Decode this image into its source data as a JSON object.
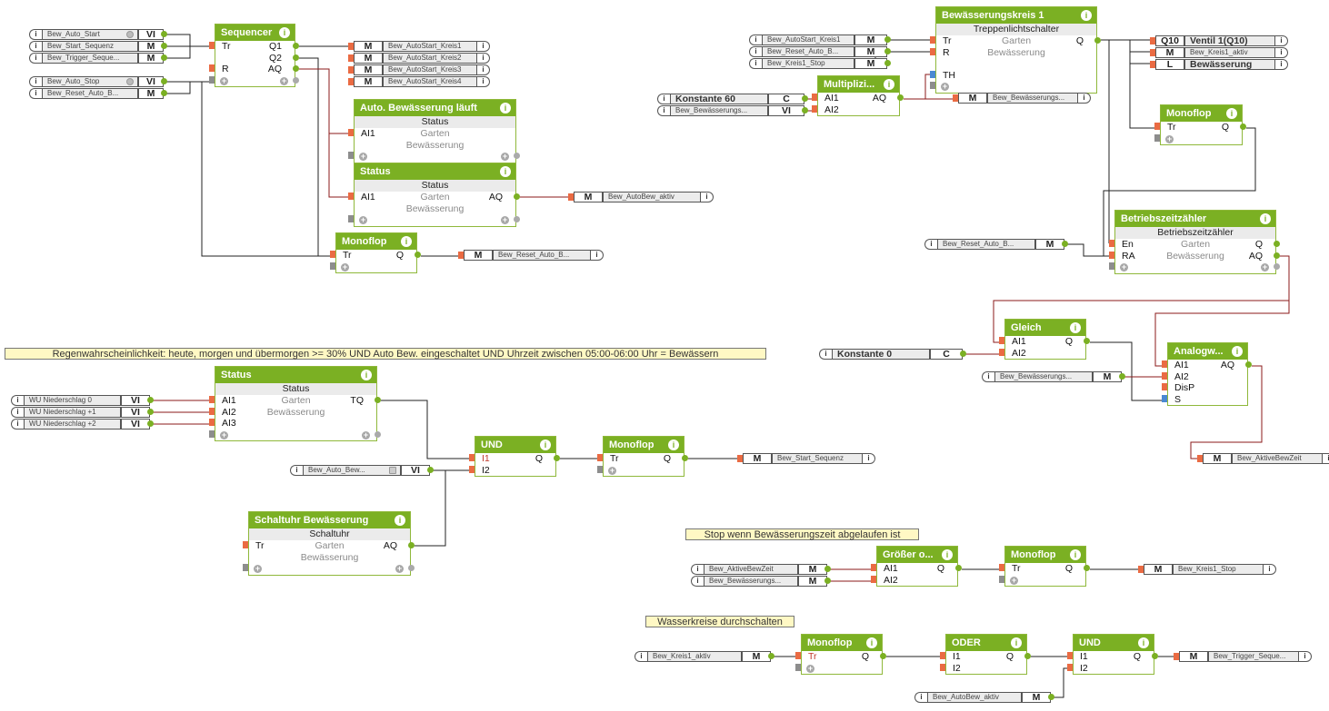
{
  "comments": [
    {
      "id": "c1",
      "text": "Regenwahrscheinlichkeit: heute, morgen und übermorgen >= 30% UND Auto Bew. eingeschaltet UND Uhrzeit zwischen 05:00-06:00 Uhr = Bewässern"
    },
    {
      "id": "c2",
      "text": "Stop wenn Bewässerungszeit abgelaufen ist"
    },
    {
      "id": "c3",
      "text": "Wasserkreise durchschalten"
    }
  ],
  "blocks": [
    {
      "id": "seq",
      "title": "Sequencer",
      "subtitle": "",
      "inputs": [
        "Tr",
        "",
        "R"
      ],
      "outputs": [
        "Q1",
        "Q2",
        "AQ"
      ],
      "mid": [
        "",
        ""
      ],
      "add_in": true,
      "add_out": true
    },
    {
      "id": "autolauf",
      "title": "Auto. Bewässerung läuft",
      "subtitle": "Status",
      "inputs": [
        "AI1"
      ],
      "outputs": [
        ""
      ],
      "mid": [
        "Garten",
        "Bewässerung"
      ],
      "add_in": true,
      "add_out": true
    },
    {
      "id": "status1",
      "title": "Status",
      "subtitle": "Status",
      "inputs": [
        "AI1"
      ],
      "outputs": [
        "AQ"
      ],
      "mid": [
        "Garten",
        "Bewässerung"
      ],
      "add_in": true,
      "add_out": true
    },
    {
      "id": "mono1",
      "title": "Monoflop",
      "subtitle": "",
      "inputs": [
        "Tr"
      ],
      "outputs": [
        "Q"
      ],
      "mid": [
        ""
      ],
      "add_in": true,
      "add_out": false
    },
    {
      "id": "bkreis",
      "title": "Bewässerungskreis 1",
      "subtitle": "Treppenlichtschalter",
      "inputs": [
        "Tr",
        "R",
        "",
        "TH"
      ],
      "outputs": [
        "Q"
      ],
      "mid": [
        "Garten",
        "Bewässerung"
      ],
      "add_in": true,
      "add_out": false
    },
    {
      "id": "multi",
      "title": "Multiplizi...",
      "subtitle": "",
      "inputs": [
        "AI1",
        "AI2"
      ],
      "outputs": [
        "AQ"
      ],
      "mid": [
        ""
      ],
      "add_in": false,
      "add_out": false
    },
    {
      "id": "mono2",
      "title": "Monoflop",
      "subtitle": "",
      "inputs": [
        "Tr"
      ],
      "outputs": [
        "Q"
      ],
      "mid": [
        ""
      ],
      "add_in": true,
      "add_out": false
    },
    {
      "id": "betrieb",
      "title": "Betriebszeitzähler",
      "subtitle": "Betriebszeitzähler",
      "inputs": [
        "En",
        "RA"
      ],
      "outputs": [
        "Q",
        "AQ"
      ],
      "mid": [
        "Garten",
        "Bewässerung"
      ],
      "add_in": true,
      "add_out": true
    },
    {
      "id": "gleich",
      "title": "Gleich",
      "subtitle": "",
      "inputs": [
        "AI1",
        "AI2"
      ],
      "outputs": [
        "Q"
      ],
      "mid": [
        ""
      ],
      "add_in": false,
      "add_out": false
    },
    {
      "id": "analog",
      "title": "Analogw...",
      "subtitle": "",
      "inputs": [
        "AI1",
        "AI2",
        "DisP",
        "S"
      ],
      "outputs": [
        "AQ"
      ],
      "mid": [
        ""
      ],
      "add_in": false,
      "add_out": false
    },
    {
      "id": "status2",
      "title": "Status",
      "subtitle": "Status",
      "inputs": [
        "AI1",
        "AI2",
        "AI3"
      ],
      "outputs": [
        "TQ"
      ],
      "mid": [
        "Garten",
        "Bewässerung"
      ],
      "add_in": true,
      "add_out": true
    },
    {
      "id": "und1",
      "title": "UND",
      "subtitle": "",
      "inputs": [
        "I1",
        "I2"
      ],
      "outputs": [
        "Q"
      ],
      "mid": [
        ""
      ],
      "add_in": false,
      "add_out": false,
      "negated_input": 0
    },
    {
      "id": "mono3",
      "title": "Monoflop",
      "subtitle": "",
      "inputs": [
        "Tr"
      ],
      "outputs": [
        "Q"
      ],
      "mid": [
        ""
      ],
      "add_in": true,
      "add_out": false
    },
    {
      "id": "schaltuhr",
      "title": "Schaltuhr Bewässerung",
      "subtitle": "Schaltuhr",
      "inputs": [
        "Tr"
      ],
      "outputs": [
        "AQ"
      ],
      "mid": [
        "Garten",
        "Bewässerung"
      ],
      "add_in": true,
      "add_out": true
    },
    {
      "id": "groesser",
      "title": "Größer o...",
      "subtitle": "",
      "inputs": [
        "AI1",
        "AI2"
      ],
      "outputs": [
        "Q"
      ],
      "mid": [
        ""
      ],
      "add_in": false,
      "add_out": false
    },
    {
      "id": "mono4",
      "title": "Monoflop",
      "subtitle": "",
      "inputs": [
        "Tr"
      ],
      "outputs": [
        "Q"
      ],
      "mid": [
        ""
      ],
      "add_in": true,
      "add_out": false
    },
    {
      "id": "mono5",
      "title": "Monoflop",
      "subtitle": "",
      "inputs": [
        "Tr"
      ],
      "outputs": [
        "Q"
      ],
      "mid": [
        ""
      ],
      "add_in": true,
      "add_out": false,
      "negated_input": 0
    },
    {
      "id": "oder",
      "title": "ODER",
      "subtitle": "",
      "inputs": [
        "I1",
        "I2"
      ],
      "outputs": [
        "Q"
      ],
      "mid": [
        ""
      ],
      "add_in": false,
      "add_out": false
    },
    {
      "id": "und2",
      "title": "UND",
      "subtitle": "",
      "inputs": [
        "I1",
        "I2"
      ],
      "outputs": [
        "Q"
      ],
      "mid": [
        ""
      ],
      "add_in": false,
      "add_out": false
    }
  ],
  "tags": [
    {
      "id": "t1",
      "dir": "in",
      "name": "Bew_Auto_Start",
      "type": "VI",
      "radio": true
    },
    {
      "id": "t2",
      "dir": "in",
      "name": "Bew_Start_Sequenz",
      "type": "M"
    },
    {
      "id": "t3",
      "dir": "in",
      "name": "Bew_Trigger_Seque...",
      "type": "M"
    },
    {
      "id": "t4",
      "dir": "in",
      "name": "Bew_Auto_Stop",
      "type": "VI",
      "radio": true
    },
    {
      "id": "t5",
      "dir": "in",
      "name": "Bew_Reset_Auto_B...",
      "type": "M"
    },
    {
      "id": "o1",
      "dir": "out",
      "name": "Bew_AutoStart_Kreis1",
      "type": "M"
    },
    {
      "id": "o2",
      "dir": "out",
      "name": "Bew_AutoStart_Kreis2",
      "type": "M"
    },
    {
      "id": "o3",
      "dir": "out",
      "name": "Bew_AutoStart_Kreis3",
      "type": "M"
    },
    {
      "id": "o4",
      "dir": "out",
      "name": "Bew_AutoStart_Kreis4",
      "type": "M"
    },
    {
      "id": "o5",
      "dir": "out",
      "name": "Bew_AutoBew_aktiv",
      "type": "M"
    },
    {
      "id": "o6",
      "dir": "out",
      "name": "Bew_Reset_Auto_B...",
      "type": "M"
    },
    {
      "id": "t6",
      "dir": "in",
      "name": "Bew_AutoStart_Kreis1",
      "type": "M"
    },
    {
      "id": "t7",
      "dir": "in",
      "name": "Bew_Reset_Auto_B...",
      "type": "M"
    },
    {
      "id": "t8",
      "dir": "in",
      "name": "Bew_Kreis1_Stop",
      "type": "M"
    },
    {
      "id": "t9",
      "dir": "in",
      "name": "Konstante 60",
      "type": "C",
      "big": true
    },
    {
      "id": "t10",
      "dir": "in",
      "name": "Bew_Bewässerungs...",
      "type": "VI"
    },
    {
      "id": "o7",
      "dir": "out",
      "name": "Bew_Bewässerungs...",
      "type": "M"
    },
    {
      "id": "o8",
      "dir": "out",
      "name": "Ventil 1(Q10)",
      "type": "Q10",
      "big": true
    },
    {
      "id": "o9",
      "dir": "out",
      "name": "Bew_Kreis1_aktiv",
      "type": "M"
    },
    {
      "id": "o10",
      "dir": "out",
      "name": "Bewässerung",
      "type": "L",
      "big": true
    },
    {
      "id": "t11",
      "dir": "in",
      "name": "Bew_Reset_Auto_B...",
      "type": "M"
    },
    {
      "id": "t12",
      "dir": "in",
      "name": "Konstante 0",
      "type": "C",
      "big": true
    },
    {
      "id": "t13",
      "dir": "in",
      "name": "Bew_Bewässerungs...",
      "type": "M"
    },
    {
      "id": "o11",
      "dir": "out",
      "name": "Bew_AktiveBewZeit",
      "type": "M"
    },
    {
      "id": "t14",
      "dir": "in",
      "name": "WU Niederschlag 0",
      "type": "VI"
    },
    {
      "id": "t15",
      "dir": "in",
      "name": "WU Niederschlag +1",
      "type": "VI"
    },
    {
      "id": "t16",
      "dir": "in",
      "name": "WU Niederschlag +2",
      "type": "VI"
    },
    {
      "id": "t17",
      "dir": "in",
      "name": "Bew_Auto_Bew...",
      "type": "VI",
      "toggle": true
    },
    {
      "id": "o12",
      "dir": "out",
      "name": "Bew_Start_Sequenz",
      "type": "M"
    },
    {
      "id": "t18",
      "dir": "in",
      "name": "Bew_AktiveBewZeit",
      "type": "M"
    },
    {
      "id": "t19",
      "dir": "in",
      "name": "Bew_Bewässerungs...",
      "type": "M"
    },
    {
      "id": "o13",
      "dir": "out",
      "name": "Bew_Kreis1_Stop",
      "type": "M"
    },
    {
      "id": "t20",
      "dir": "in",
      "name": "Bew_Kreis1_aktiv",
      "type": "M"
    },
    {
      "id": "t21",
      "dir": "in",
      "name": "Bew_AutoBew_aktiv",
      "type": "M"
    },
    {
      "id": "o14",
      "dir": "out",
      "name": "Bew_Trigger_Seque...",
      "type": "M"
    }
  ],
  "colors": {
    "block_header": "#7bb023",
    "wire_digital": "#222222",
    "wire_analog": "#8b1a1a",
    "input_port": "#ea6b43",
    "trigger_port": "#4a89d2",
    "comment_bg": "#fff8c4"
  }
}
